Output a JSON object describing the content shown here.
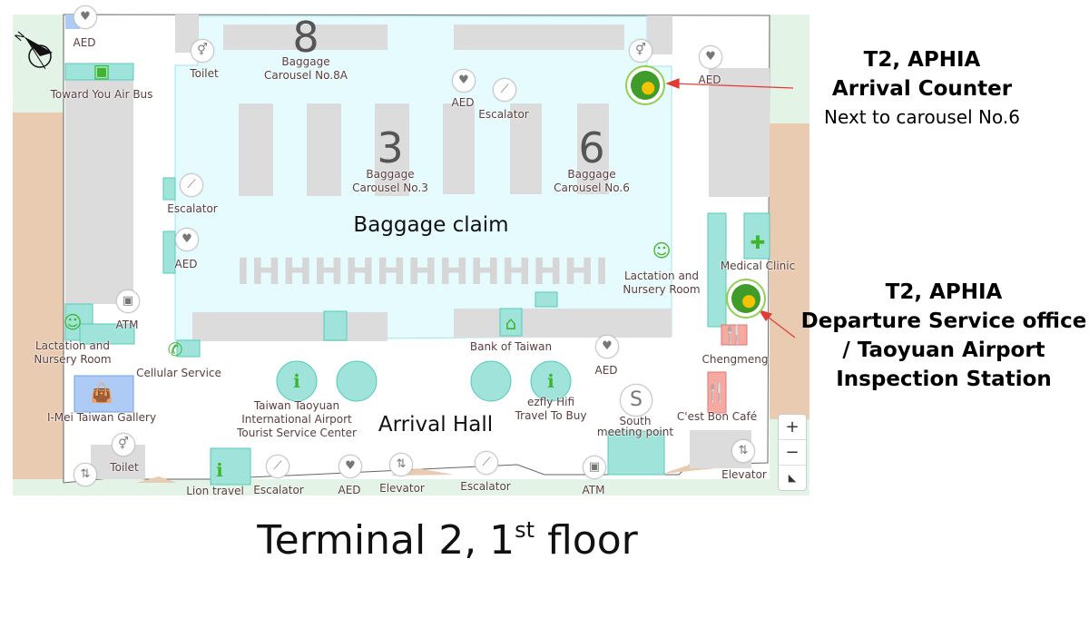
{
  "caption": {
    "main": "Terminal 2, 1",
    "sup": "st",
    "rest": " floor"
  },
  "annotations": {
    "arrival": {
      "title": "T2, APHIA",
      "subtitle": "Arrival Counter",
      "detail": "Next to carousel No.6"
    },
    "departure": {
      "title": "T2, APHIA",
      "line1": "Departure Service office",
      "line2": "/ Taoyuan Airport",
      "line3": "Inspection Station"
    }
  },
  "areas": {
    "baggage_claim": "Baggage claim",
    "arrival_hall": "Arrival Hall"
  },
  "carousels": [
    {
      "number": "8",
      "line1": "Baggage",
      "line2": "Carousel No.8A"
    },
    {
      "number": "3",
      "line1": "Baggage",
      "line2": "Carousel No.3"
    },
    {
      "number": "6",
      "line1": "Baggage",
      "line2": "Carousel No.6"
    }
  ],
  "pois": {
    "aed": "AED",
    "toilet": "Toilet",
    "escalator": "Escalator",
    "elevator": "Elevator",
    "atm": "ATM",
    "air_bus": "Toward You Air Bus",
    "lactation_1": "Lactation and",
    "lactation_2": "Nursery Room",
    "medical_clinic": "Medical Clinic",
    "bank": "Bank of Taiwan",
    "cellular": "Cellular Service",
    "chengmeng": "Chengmeng",
    "gallery": "I-Mei Taiwan Gallery",
    "tourist_1": "Taiwan Taoyuan",
    "tourist_2": "International Airport",
    "tourist_3": "Tourist Service Center",
    "ezfly_1": "ezfly Hifi",
    "ezfly_2": "Travel To Buy",
    "south_1": "South",
    "south_2": "meeting point",
    "south_icon": "S",
    "cafe": "C'est Bon Café",
    "lion": "Lion travel",
    "claim_bars": "IHHHHHHHHHHHI"
  },
  "zoom_controls": {
    "zoom_in": "+",
    "zoom_out": "−",
    "reset": "◣"
  },
  "colors": {
    "baggage_area": "#e6fbfd",
    "teal": "#9fe3da",
    "tan": "#e8cbb0",
    "green_strip": "#e3f3e6",
    "accent_red": "#e53935",
    "icon_green": "#3fb52b"
  }
}
